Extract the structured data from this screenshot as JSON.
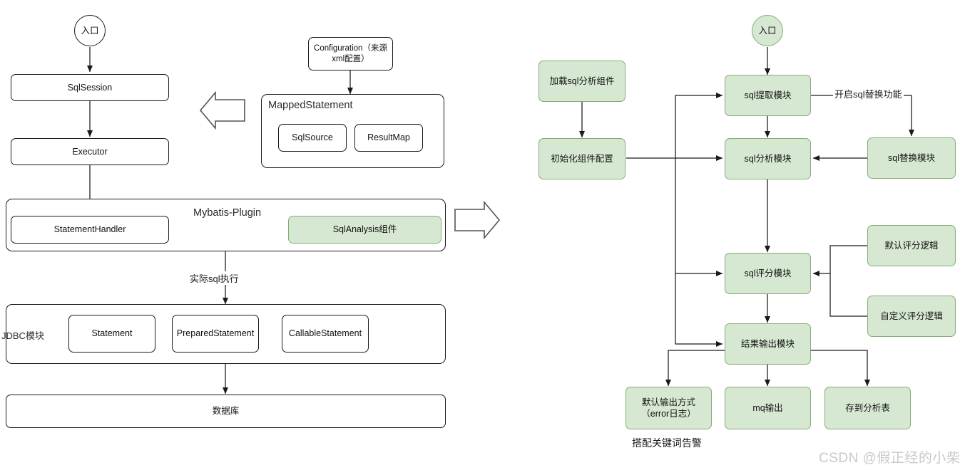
{
  "left_flow": {
    "entry": {
      "label": "入口"
    },
    "sql_session": {
      "label": "SqlSession"
    },
    "executor": {
      "label": "Executor"
    },
    "configuration": {
      "label": "Configuration（来源xml配置）"
    },
    "mapped_statement": {
      "title": "MappedStatement",
      "children": [
        {
          "label": "SqlSource"
        },
        {
          "label": "ResultMap"
        }
      ]
    },
    "plugin_group": {
      "title": "Mybatis-Plugin",
      "children": [
        {
          "label": "StatementHandler"
        },
        {
          "label": "SqlAnalysis组件"
        }
      ]
    },
    "exec_edge_label": "实际sql执行",
    "jdbc_group": {
      "title": "JDBC模块",
      "children": [
        {
          "label": "Statement"
        },
        {
          "label": "PreparedStatement"
        },
        {
          "label": "CallableStatement"
        }
      ]
    },
    "database": {
      "label": "数据库"
    }
  },
  "right_flow": {
    "entry": {
      "label": "入口"
    },
    "init_chain": [
      {
        "label": "加载sql分析组件"
      },
      {
        "label": "初始化组件配置"
      }
    ],
    "pipeline": [
      {
        "label": "sql提取模块"
      },
      {
        "label": "sql分析模块"
      },
      {
        "label": "sql评分模块"
      },
      {
        "label": "结果输出模块"
      }
    ],
    "replace_edge_label": "开启sql替换功能",
    "replace_module": {
      "label": "sql替换模块"
    },
    "scoring_logic": [
      {
        "label": "默认评分逻辑"
      },
      {
        "label": "自定义评分逻辑"
      }
    ],
    "outputs": [
      {
        "label": "默认输出方式\n（error日志）"
      },
      {
        "label": "mq输出"
      },
      {
        "label": "存到分析表"
      }
    ],
    "output_note": "搭配关键词告警"
  },
  "watermark": "CSDN @假正经的小柴",
  "colors": {
    "green_fill": "#d7e8d2",
    "green_stroke": "#84ad78",
    "line": "#1a1a1a",
    "watermark": "#c9c9c9"
  }
}
